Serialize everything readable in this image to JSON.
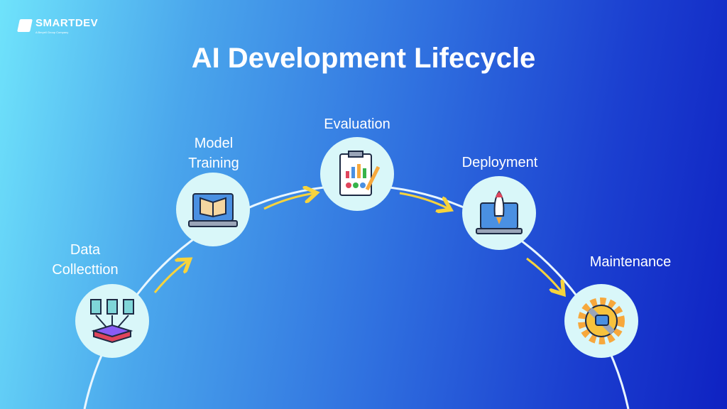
{
  "brand": {
    "name": "SMARTDEV",
    "tagline": "A Beryell Group Company"
  },
  "title": "AI Development Lifecycle",
  "stages": [
    {
      "label": "Data Collecttion",
      "icon": "data-collection-icon"
    },
    {
      "label": "Model Training",
      "icon": "model-training-icon"
    },
    {
      "label": "Evaluation",
      "icon": "evaluation-clipboard-icon"
    },
    {
      "label": "Deployment",
      "icon": "rocket-laptop-icon"
    },
    {
      "label": "Maintenance",
      "icon": "gear-wrench-icon"
    }
  ],
  "colors": {
    "arrow": "#f7d33c",
    "arc": "#e8f6ff",
    "node": "#d9f7f9"
  }
}
